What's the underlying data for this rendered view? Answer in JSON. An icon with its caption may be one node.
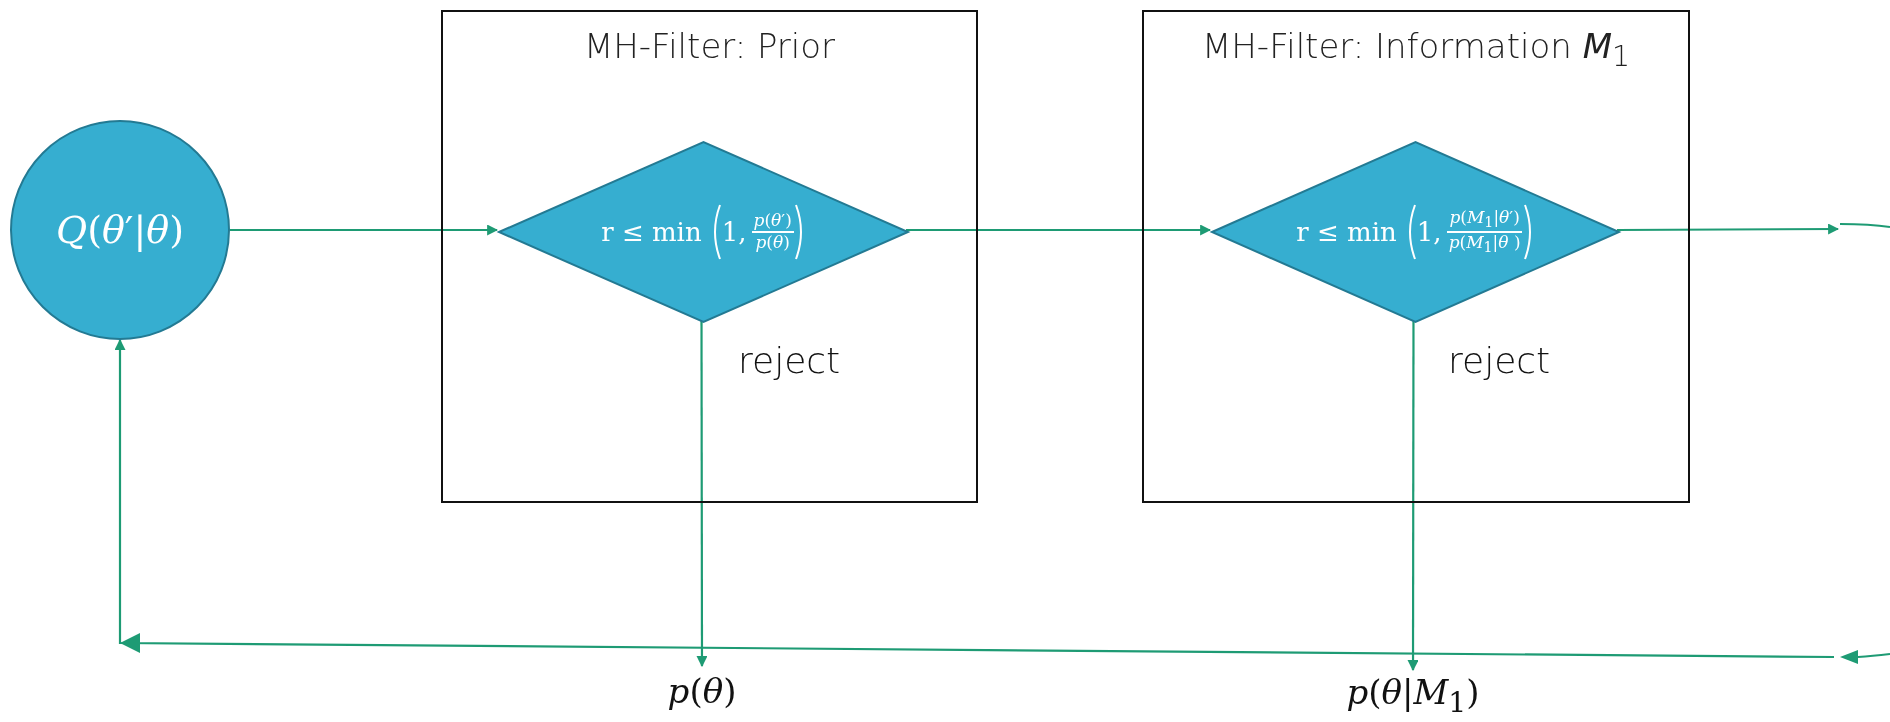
{
  "diagram": {
    "nodes": [
      {
        "text": [
          "*Q*(*θ*′|*θ*)"
        ]
      },
      {
        "text": [
          "MH-Filter: Prior"
        ]
      },
      {
        "text": [
          "r ≤ min",
          "1,",
          "*p*(*θ*′)",
          "*p*(*θ*)"
        ],
        "in": 1
      },
      {
        "text": [
          "MH-Filter: Information *M*$_{1}$"
        ]
      },
      {
        "text": [
          "r ≤ min",
          "1,",
          "*p*(*M*$_{1}$|*θ*′)",
          "*p*(*M*$_{1}$|*θ* )"
        ],
        "in": 3
      },
      {
        "text": [
          "*p*(*θ*)"
        ]
      },
      {
        "text": [
          "*p*(*θ*|*M*$_{1}$)"
        ]
      }
    ],
    "edges": [
      {
        "from": 0,
        "to": 2,
        "arrow": "to"
      },
      {
        "from": 2,
        "to": 4,
        "arrow": "to"
      },
      {
        "from": 4,
        "to": null,
        "arrow": "to"
      },
      {
        "from": 2,
        "to": 5,
        "arrow": "to",
        "label": "reject"
      },
      {
        "from": 4,
        "to": 6,
        "arrow": "to",
        "label": "reject"
      },
      {
        "from": null,
        "to": 0,
        "arrow": "to"
      }
    ]
  }
}
